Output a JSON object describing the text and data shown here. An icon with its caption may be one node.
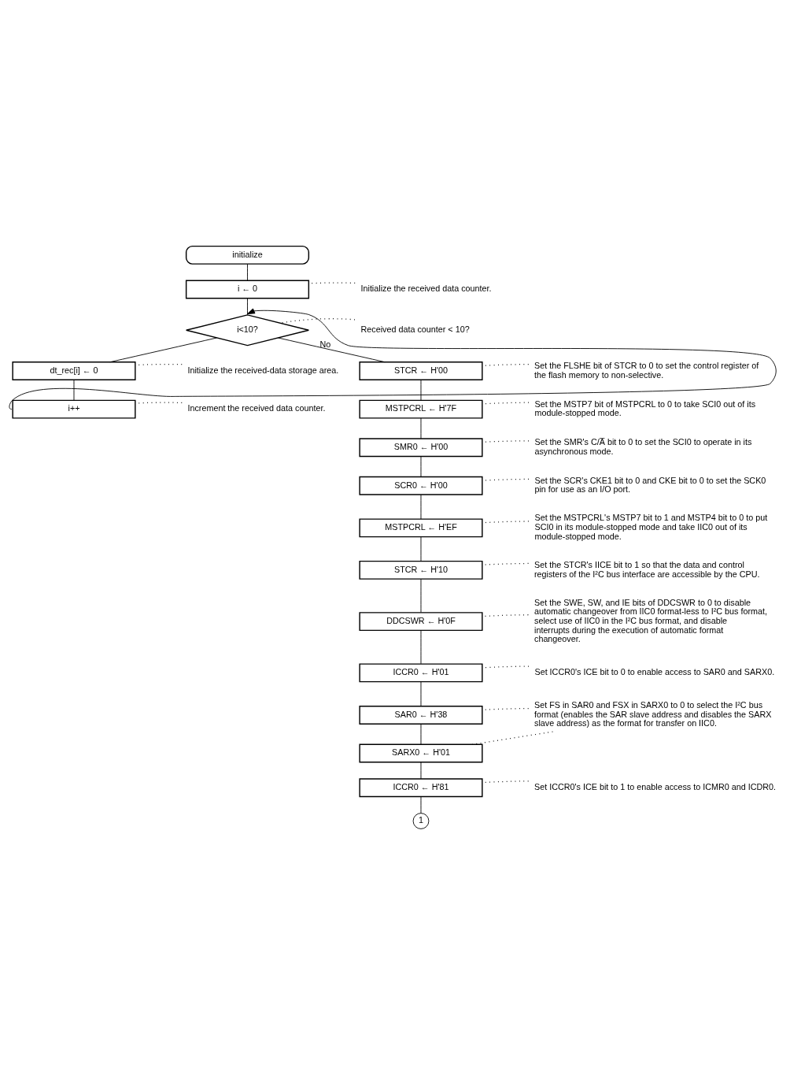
{
  "diagram": {
    "nodes": [
      {
        "text": [
          "initialize"
        ]
      },
      {
        "text": [
          "i ← 0"
        ]
      },
      {
        "text": [
          "i<10?"
        ]
      },
      {
        "text": [
          "dt_rec[i] ← 0"
        ]
      },
      {
        "text": [
          "i++"
        ]
      },
      {
        "text": [
          "STCR ← H'00"
        ]
      },
      {
        "text": [
          "MSTPCRL ← H'7F"
        ]
      },
      {
        "text": [
          "SMR0 ← H'00"
        ]
      },
      {
        "text": [
          "SCR0 ← H'00"
        ]
      },
      {
        "text": [
          "MSTPCRL ← H'EF"
        ]
      },
      {
        "text": [
          "STCR ← H'10"
        ]
      },
      {
        "text": [
          "DDCSWR ← H'0F"
        ]
      },
      {
        "text": [
          "ICCR0 ← H'01"
        ]
      },
      {
        "text": [
          "SAR0 ← H'38"
        ]
      },
      {
        "text": [
          "SARX0 ← H'01"
        ]
      },
      {
        "text": [
          "ICCR0 ← H'81"
        ]
      },
      {
        "text": [
          "1"
        ]
      },
      {
        "text": [
          "Initialize the received data counter."
        ]
      },
      {
        "text": [
          "Received data counter < 10?"
        ]
      },
      {
        "text": [
          "Initialize the received-data storage area."
        ]
      },
      {
        "text": [
          "Increment the received data counter."
        ]
      },
      {
        "text": [
          "Set the FLSHE bit of STCR to 0 to set the control register of the flash memory to non-selective."
        ]
      },
      {
        "text": [
          "Set the MSTP7 bit of MSTPCRL to 0 to take SCI0 out of its module-stopped mode."
        ]
      },
      {
        "text": [
          "Set the SMR's C/A̅ bit to 0 to set the SCI0 to operate in its asynchronous mode."
        ]
      },
      {
        "text": [
          "Set the SCR's CKE1 bit to 0 and CKE bit to 0 to set the SCK0 pin for use as an I/O port."
        ]
      },
      {
        "text": [
          "Set the MSTPCRL's MSTP7 bit to 1 and MSTP4 bit to 0 to put SCI0 in its module-stopped mode and take IIC0 out of its module-stopped mode."
        ]
      },
      {
        "text": [
          "Set the STCR's IICE bit to 1 so that the data and control registers of the I²C bus interface are accessible by the CPU."
        ]
      },
      {
        "text": [
          "Set the SWE, SW, and IE bits of DDCSWR to 0 to disable automatic changeover from IIC0 format-less to I²C bus format, select use of IIC0 in the I²C bus format, and disable interrupts during the execution of automatic format changeover."
        ]
      },
      {
        "text": [
          "Set ICCR0's ICE bit to 0 to enable access to SAR0 and SARX0."
        ]
      },
      {
        "text": [
          "Set FS in SAR0 and FSX in SARX0 to 0 to select the I²C bus format (enables the SAR slave address and disables the SARX slave address) as the format for transfer on IIC0."
        ]
      },
      {
        "text": [
          "Set ICCR0's ICE bit to 1 to enable access to ICMR0 and ICDR0."
        ]
      }
    ],
    "edges": [
      {
        "from": 0,
        "to": 1,
        "arrow": "none"
      },
      {
        "from": 1,
        "to": 2,
        "arrow": "none"
      },
      {
        "from": 2,
        "to": 3,
        "arrow": "none"
      },
      {
        "from": 3,
        "to": 4,
        "arrow": "none"
      },
      {
        "from": 4,
        "to": 2,
        "arrow": "to"
      },
      {
        "from": 2,
        "to": 5,
        "arrow": "none",
        "label": "No"
      },
      {
        "from": 5,
        "to": 6,
        "arrow": "none"
      },
      {
        "from": 6,
        "to": 7,
        "arrow": "none"
      },
      {
        "from": 7,
        "to": 8,
        "arrow": "none"
      },
      {
        "from": 8,
        "to": 9,
        "arrow": "none"
      },
      {
        "from": 9,
        "to": 10,
        "arrow": "none"
      },
      {
        "from": 10,
        "to": 11,
        "arrow": "none"
      },
      {
        "from": 11,
        "to": 12,
        "arrow": "none"
      },
      {
        "from": 12,
        "to": 13,
        "arrow": "none"
      },
      {
        "from": 13,
        "to": 14,
        "arrow": "none"
      },
      {
        "from": 14,
        "to": 15,
        "arrow": "none"
      },
      {
        "from": 15,
        "to": 16,
        "arrow": "none"
      },
      {
        "from": 17,
        "to": 1,
        "arrow": "none",
        "style": "dashed"
      },
      {
        "from": 18,
        "to": 2,
        "arrow": "none",
        "style": "dashed"
      },
      {
        "from": 19,
        "to": 3,
        "arrow": "none",
        "style": "dashed"
      },
      {
        "from": 20,
        "to": 4,
        "arrow": "none",
        "style": "dashed"
      },
      {
        "from": 21,
        "to": 5,
        "arrow": "none",
        "style": "dashed"
      },
      {
        "from": 22,
        "to": 6,
        "arrow": "none",
        "style": "dashed"
      },
      {
        "from": 23,
        "to": 7,
        "arrow": "none",
        "style": "dashed"
      },
      {
        "from": 24,
        "to": 8,
        "arrow": "none",
        "style": "dashed"
      },
      {
        "from": 25,
        "to": 9,
        "arrow": "none",
        "style": "dashed"
      },
      {
        "from": 26,
        "to": 10,
        "arrow": "none",
        "style": "dashed"
      },
      {
        "from": 27,
        "to": 11,
        "arrow": "none",
        "style": "dashed"
      },
      {
        "from": 28,
        "to": 12,
        "arrow": "none",
        "style": "dashed"
      },
      {
        "from": 29,
        "to": 13,
        "arrow": "none",
        "style": "dashed"
      },
      {
        "from": 29,
        "to": 14,
        "arrow": "none",
        "style": "dashed"
      },
      {
        "from": 30,
        "to": 15,
        "arrow": "none",
        "style": "dashed"
      }
    ]
  }
}
